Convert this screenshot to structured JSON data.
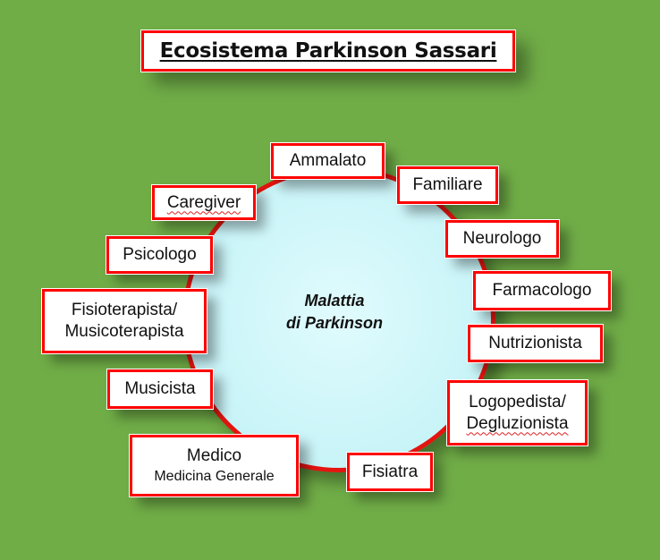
{
  "title": "Ecosistema Parkinson Sassari",
  "center": {
    "line1": "Malattia",
    "line2": "di Parkinson"
  },
  "nodes": {
    "ammalato": "Ammalato",
    "familiare": "Familiare",
    "caregiver": "Caregiver",
    "neurologo": "Neurologo",
    "psicologo": "Psicologo",
    "farmacologo": "Farmacologo",
    "fisioterapista_line1": "Fisioterapista/",
    "fisioterapista_line2": "Musicoterapista",
    "nutrizionista": "Nutrizionista",
    "musicista": "Musicista",
    "logopedista_line1": "Logopedista/",
    "logopedista_line2": "Degluzionista",
    "medico_line1": "Medico",
    "medico_line2": "Medicina Generale",
    "fisiatra": "Fisiatra"
  },
  "colors": {
    "background": "#70ad47",
    "border": "#ff0000",
    "circle_fill": "#c8f4f8"
  }
}
